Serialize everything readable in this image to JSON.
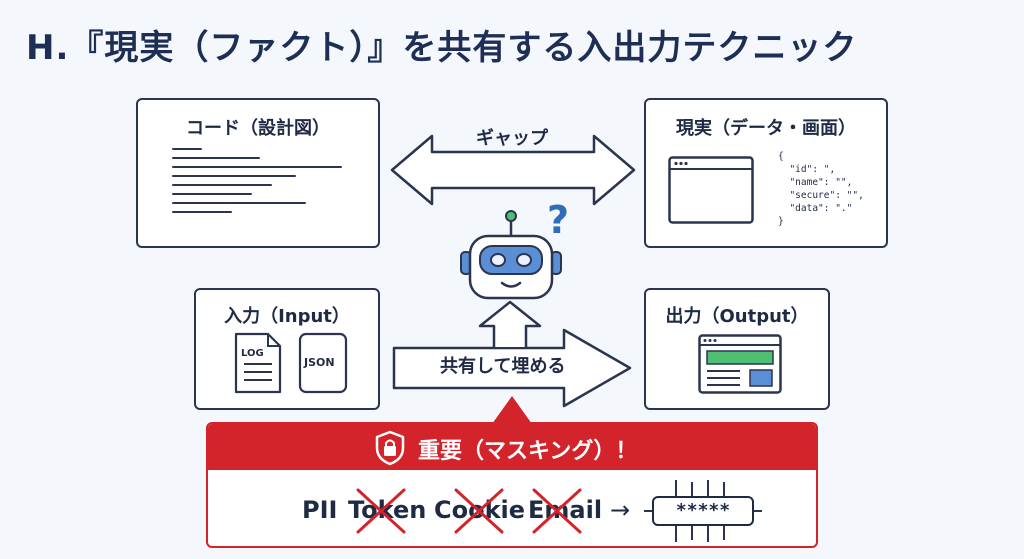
{
  "title": "H.『現実（ファクト）』を共有する入出力テクニック",
  "code_box": {
    "title": "コード（設計図）"
  },
  "reality_box": {
    "title": "現実（データ・画面）",
    "json_lines": [
      "{",
      "  \"id\": \",",
      "  \"name\": \"\",",
      "  \"secure\": \"\",",
      "  \"data\": \".\"",
      "}"
    ]
  },
  "gap_label": "ギャップ",
  "question_mark": "?",
  "input_box": {
    "title": "入力（Input）",
    "files": [
      "LOG",
      "JSON"
    ]
  },
  "output_box": {
    "title": "出力（Output）"
  },
  "share_label": "共有して埋める",
  "alert": {
    "title": "重要（マスキング）！",
    "terms": [
      "PII",
      "Token",
      "Cookie",
      "Email"
    ],
    "arrow": "→",
    "masked": "*****"
  },
  "colors": {
    "navy": "#1e2e55",
    "alert_red": "#d4242b",
    "robot_blue": "#5a8fd6",
    "output_green": "#4fbf73"
  }
}
